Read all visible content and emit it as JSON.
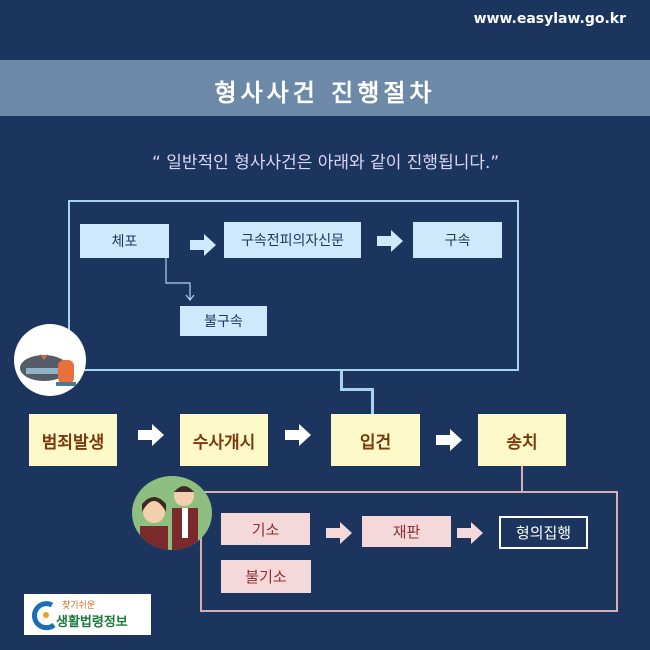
{
  "header": {
    "url": "www.easylaw.go.kr",
    "title": "형사사건 진행절차",
    "quote": "“ 일반적인 형사사건은 아래와 같이 진행됩니다.”"
  },
  "investigation": {
    "arrest": "체포",
    "pre_detention_hearing": "구속전피의자신문",
    "detention": "구속",
    "non_detention": "불구속"
  },
  "main_flow": [
    "범죄발생",
    "수사개시",
    "입건",
    "송치"
  ],
  "prosecution": {
    "indictment": "기소",
    "trial": "재판",
    "execution": "형의집행",
    "non_indictment": "불기소"
  },
  "logo": {
    "line1": "찾기쉬운",
    "line2": "생활법령정보"
  },
  "colors": {
    "background": "#1b355e",
    "band": "#6c8aa8",
    "yellow": "#fdf9c8",
    "pink": "#f5d9da",
    "blue": "#cde9fb"
  }
}
